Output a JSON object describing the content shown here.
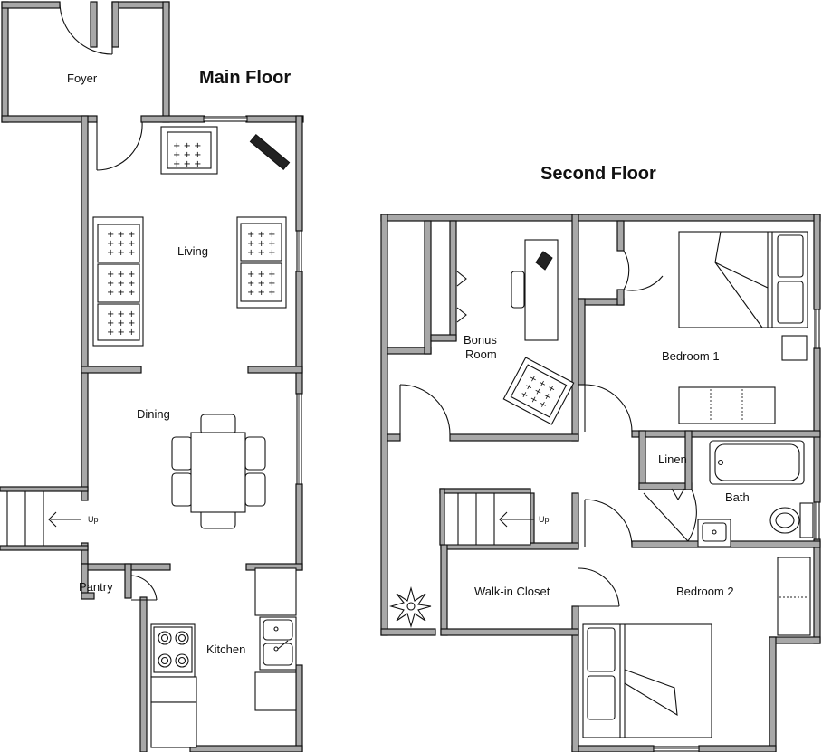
{
  "titles": {
    "main_floor": "Main Floor",
    "second_floor": "Second Floor"
  },
  "rooms": {
    "foyer": "Foyer",
    "living": "Living",
    "dining": "Dining",
    "pantry": "Pantry",
    "kitchen": "Kitchen",
    "bonus_line1": "Bonus",
    "bonus_line2": "Room",
    "bedroom1": "Bedroom 1",
    "linen": "Linen",
    "bath": "Bath",
    "walkin_closet": "Walk-in Closet",
    "bedroom2": "Bedroom 2"
  },
  "stairs": {
    "main_up": "Up",
    "second_up": "Up"
  },
  "colors": {
    "wall_fill": "#a8a8a8",
    "line": "#111111",
    "background": "#ffffff"
  }
}
